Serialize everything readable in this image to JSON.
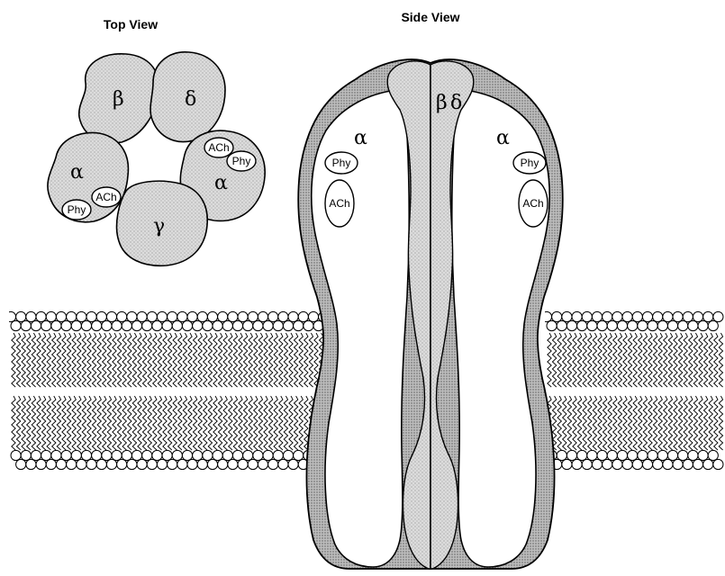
{
  "top_view": {
    "title": "Top View",
    "subunits": {
      "alpha_left": "α",
      "beta": "β",
      "delta": "δ",
      "alpha_right": "α",
      "gamma": "γ"
    },
    "sites": {
      "ach_left": "ACh",
      "phy_left": "Phy",
      "ach_right": "ACh",
      "phy_right": "Phy"
    }
  },
  "side_view": {
    "title": "Side View",
    "subunits": {
      "alpha_left": "α",
      "beta": "β",
      "delta": "δ",
      "alpha_right": "α"
    },
    "sites": {
      "phy_left": "Phy",
      "ach_left": "ACh",
      "phy_right": "Phy",
      "ach_right": "ACh"
    }
  },
  "colors": {
    "stroke": "#000000",
    "protein_fill": "#d6d6d6",
    "dot": "#9a9a9a",
    "background": "#ffffff"
  }
}
